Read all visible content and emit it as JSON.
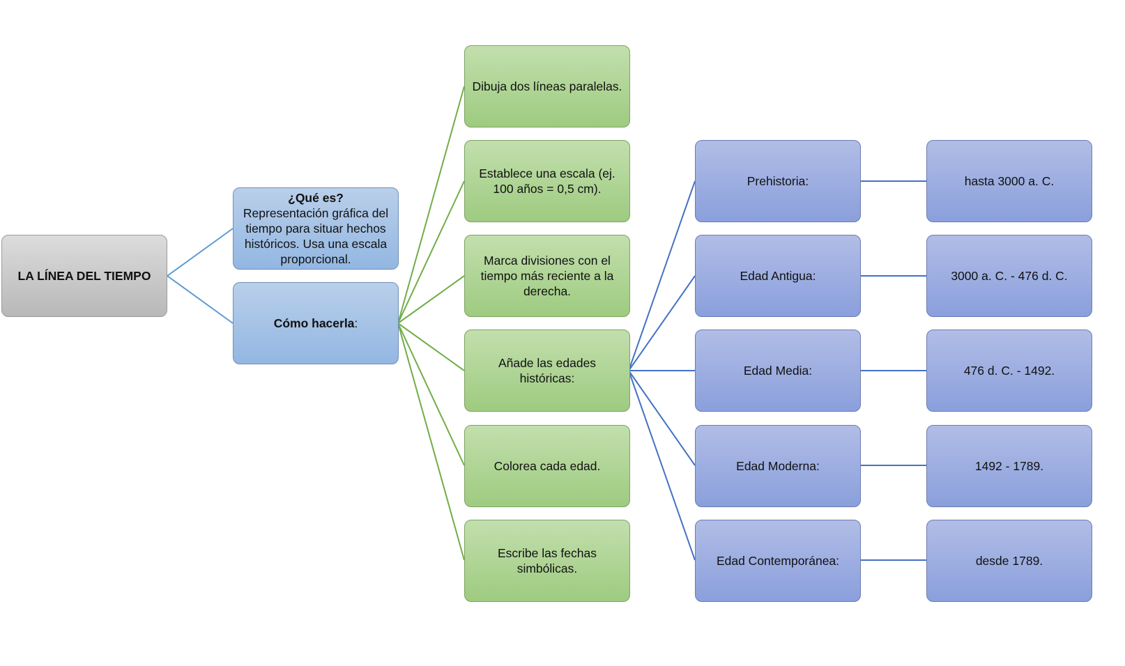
{
  "root": {
    "label": "LA LÍNEA DEL TIEMPO"
  },
  "que_es": {
    "heading": "¿Qué es?",
    "text": "Representación gráfica del tiempo para situar hechos históricos. Usa una escala proporcional."
  },
  "como": {
    "heading": "Cómo hacerla",
    "suffix": ":"
  },
  "steps": [
    "Dibuja dos líneas paralelas.",
    "Establece una escala (ej. 100 años = 0,5 cm).",
    "Marca divisiones con el tiempo más reciente a la derecha.",
    "Añade las edades históricas:",
    "Colorea cada edad.",
    "Escribe las fechas simbólicas."
  ],
  "ages": [
    {
      "name": "Prehistoria:",
      "dates": "hasta 3000 a. C."
    },
    {
      "name": "Edad Antigua:",
      "dates": "3000 a. C. - 476 d. C."
    },
    {
      "name": "Edad Media:",
      "dates": "476 d. C. - 1492."
    },
    {
      "name": "Edad Moderna:",
      "dates": "1492 - 1789."
    },
    {
      "name": "Edad Contemporánea:",
      "dates": "desde 1789."
    }
  ],
  "colors": {
    "root_line": "#5b9bd5",
    "steps_line": "#70ad47",
    "ages_line": "#4472c4"
  }
}
